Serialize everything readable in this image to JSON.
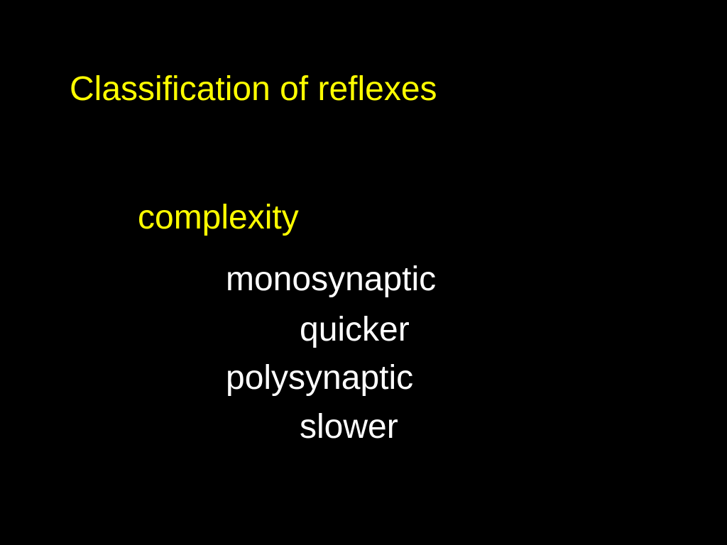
{
  "slide": {
    "title": "Classification of reflexes",
    "heading": "complexity",
    "items": [
      "monosynaptic",
      "quicker",
      "polysynaptic",
      "slower"
    ]
  },
  "colors": {
    "background": "#000000",
    "title": "#FFFF00",
    "heading": "#FFFF00",
    "body_text": "#FFFFFF"
  }
}
